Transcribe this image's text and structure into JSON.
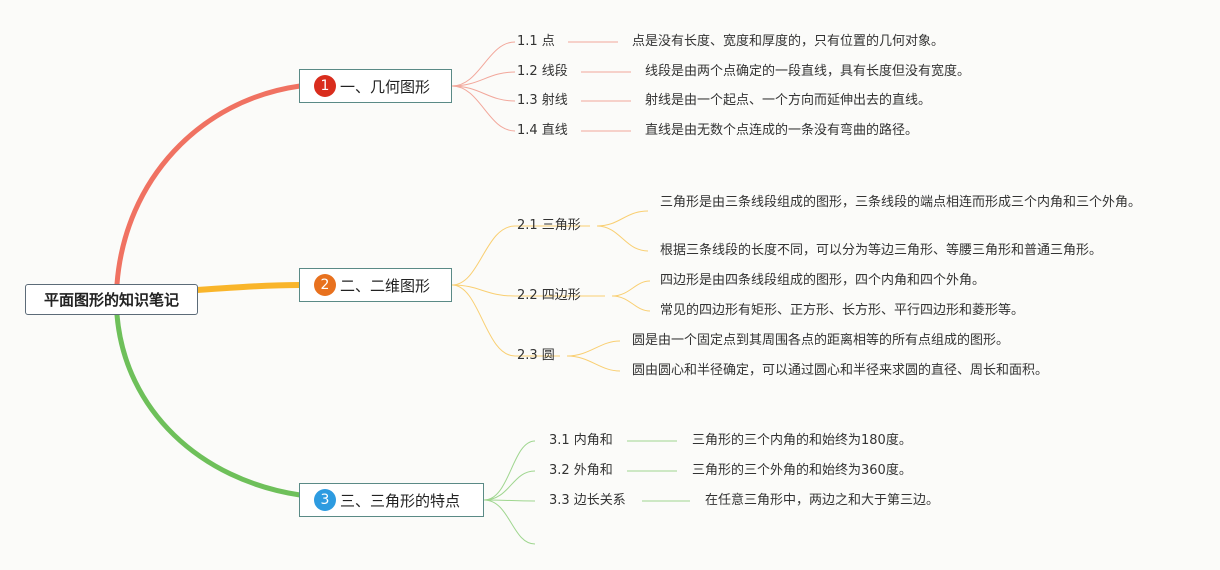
{
  "root": {
    "label": "平面图形的知识笔记"
  },
  "colors": {
    "branch1": "#f07262",
    "branch2": "#f9b52a",
    "branch3": "#6ec05a",
    "badge1": "#d92d1d",
    "badge2": "#e8711e",
    "badge3": "#2d9be0",
    "thin1": "#f2a79b",
    "thin2": "#f9cf72",
    "thin3": "#9fd68f"
  },
  "branches": [
    {
      "number": "1",
      "label": "一、几何图形",
      "topics": [
        {
          "label": "1.1 点",
          "details": [
            "点是没有长度、宽度和厚度的，只有位置的几何对象。"
          ]
        },
        {
          "label": "1.2 线段",
          "details": [
            "线段是由两个点确定的一段直线，具有长度但没有宽度。"
          ]
        },
        {
          "label": "1.3 射线",
          "details": [
            "射线是由一个起点、一个方向而延伸出去的直线。"
          ]
        },
        {
          "label": "1.4 直线",
          "details": [
            "直线是由无数个点连成的一条没有弯曲的路径。"
          ]
        }
      ]
    },
    {
      "number": "2",
      "label": "二、二维图形",
      "topics": [
        {
          "label": "2.1 三角形",
          "details": [
            "三角形是由三条线段组成的图形，三条线段的端点相连而形成三个内角和三个外角。",
            "根据三条线段的长度不同，可以分为等边三角形、等腰三角形和普通三角形。"
          ]
        },
        {
          "label": "2.2 四边形",
          "details": [
            "四边形是由四条线段组成的图形，四个内角和四个外角。",
            "常见的四边形有矩形、正方形、长方形、平行四边形和菱形等。"
          ]
        },
        {
          "label": "2.3 圆",
          "details": [
            "圆是由一个固定点到其周围各点的距离相等的所有点组成的图形。",
            "圆由圆心和半径确定，可以通过圆心和半径来求圆的直径、周长和面积。"
          ]
        }
      ]
    },
    {
      "number": "3",
      "label": "三、三角形的特点",
      "topics": [
        {
          "label": "3.1 内角和",
          "details": [
            "三角形的三个内角的和始终为180度。"
          ]
        },
        {
          "label": "3.2 外角和",
          "details": [
            "三角形的三个外角的和始终为360度。"
          ]
        },
        {
          "label": "3.3 边长关系",
          "details": [
            "在任意三角形中，两边之和大于第三边。"
          ]
        }
      ]
    }
  ]
}
